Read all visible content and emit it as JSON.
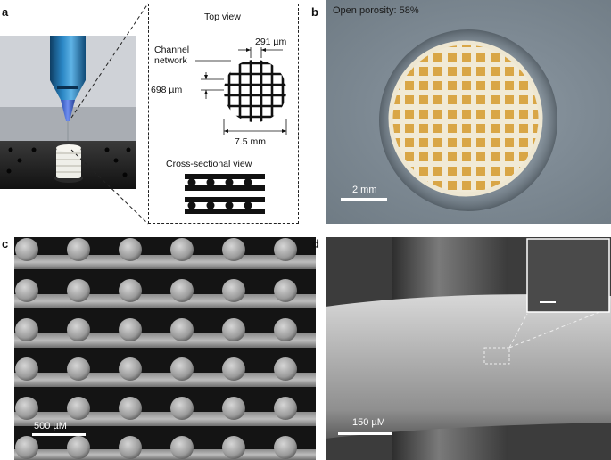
{
  "panels": {
    "a": {
      "letter": "a",
      "top_view_title": "Top view",
      "channel_label_line1": "Channel",
      "channel_label_line2": "network",
      "dim_spacing": "291 µm",
      "dim_pitch": "698 µm",
      "dim_diameter": "7.5 mm",
      "cross_section_title": "Cross-sectional view"
    },
    "b": {
      "letter": "b",
      "porosity": "Open porosity: 58%",
      "scale": "2 mm"
    },
    "c": {
      "letter": "c",
      "scale": "500 µM"
    },
    "d": {
      "letter": "d",
      "scale": "150 µM"
    }
  },
  "colors": {
    "ink": "#111111",
    "scaffold": "#f1ead6",
    "pore": "#d9a646",
    "nozzle_blue": "#1f6fa8",
    "background_grey": "#7f8b95"
  }
}
